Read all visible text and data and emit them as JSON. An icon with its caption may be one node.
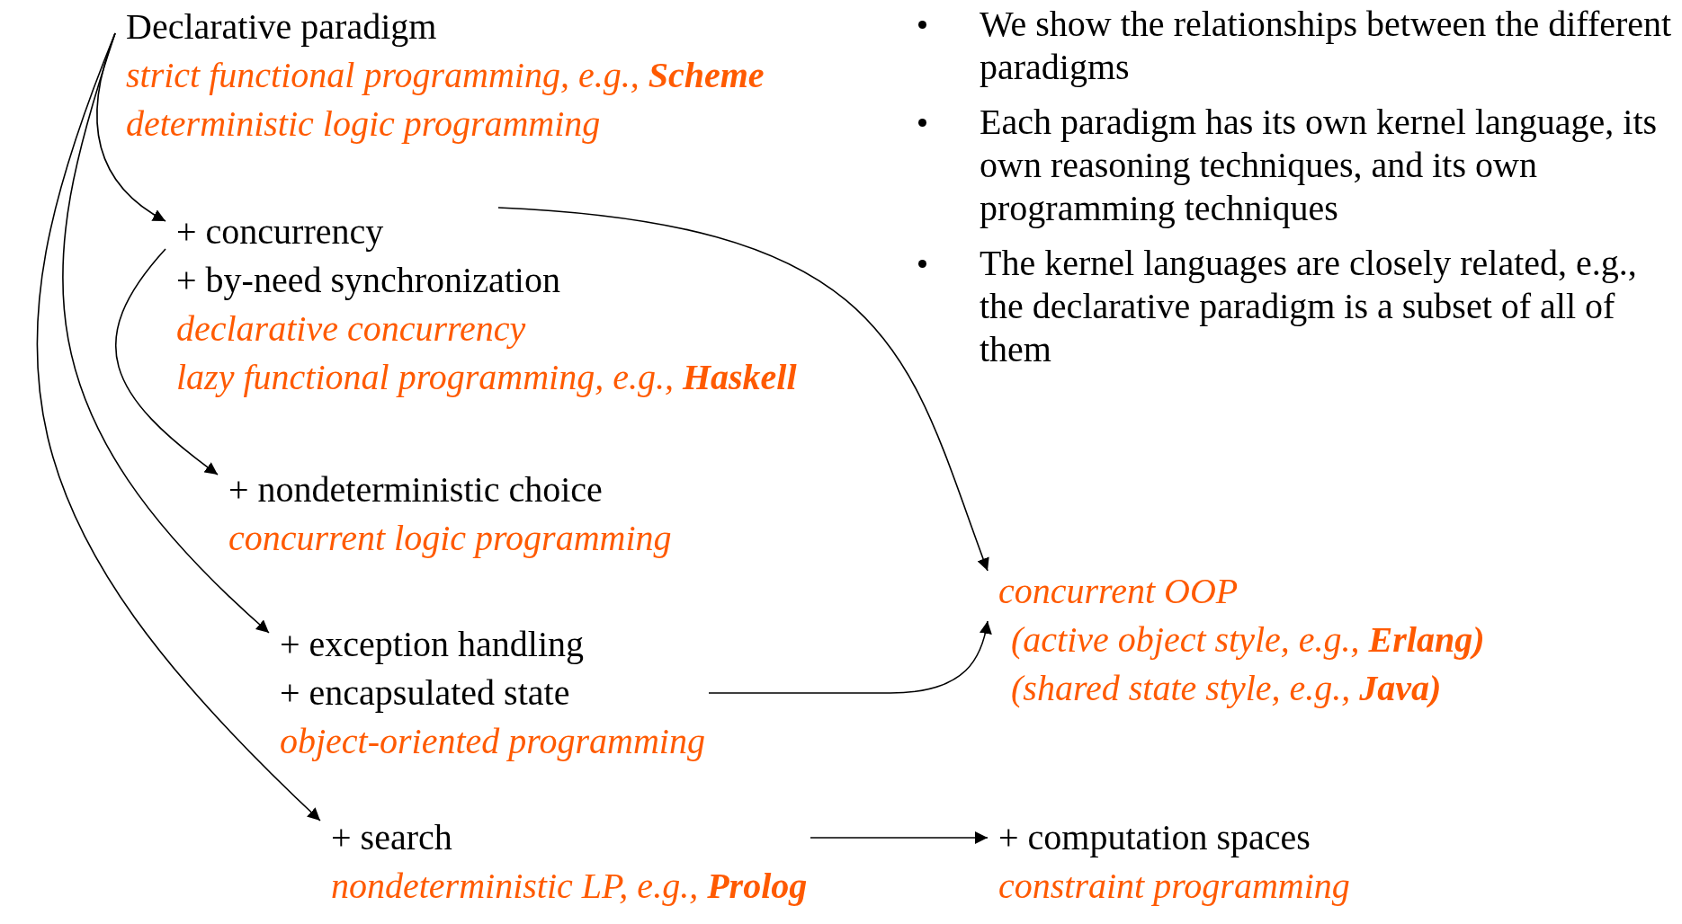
{
  "diagram": {
    "nodes": [
      {
        "text": [
          "Declarative paradigm",
          "strict functional programming, e.g., **Scheme**",
          "deterministic logic programming"
        ]
      },
      {
        "text": [
          "+ concurrency",
          "+ by-need synchronization",
          "declarative concurrency",
          "lazy functional programming, e.g., **Haskell**"
        ]
      },
      {
        "text": [
          "+ nondeterministic choice",
          "concurrent logic programming"
        ]
      },
      {
        "text": [
          "+ exception handling",
          "+ encapsulated state",
          "object-oriented programming"
        ]
      },
      {
        "text": [
          "+ search",
          "nondeterministic LP, e.g., **Prolog**"
        ]
      },
      {
        "text": [
          "concurrent OOP",
          "(active object style, e.g., **Erlang)**",
          "(shared state style, e.g., **Java)**"
        ]
      },
      {
        "text": [
          "+ computation spaces",
          "constraint programming"
        ]
      }
    ],
    "edges": [
      {
        "from": 0,
        "to": 1,
        "arrow": "to"
      },
      {
        "from": 1,
        "to": 2,
        "arrow": "to"
      },
      {
        "from": 0,
        "to": 3,
        "arrow": "to"
      },
      {
        "from": 0,
        "to": 4,
        "arrow": "to"
      },
      {
        "from": 1,
        "to": 5,
        "arrow": "to"
      },
      {
        "from": 3,
        "to": 5,
        "arrow": "to"
      },
      {
        "from": 4,
        "to": 6,
        "arrow": "to"
      }
    ],
    "labels": [
      "We show the relationships between the different paradigms",
      "Each paradigm has its own kernel language, its own reasoning techniques, and its own programming techniques",
      "The kernel languages are closely related, e.g., the declarative paradigm is a subset of all of them"
    ]
  }
}
